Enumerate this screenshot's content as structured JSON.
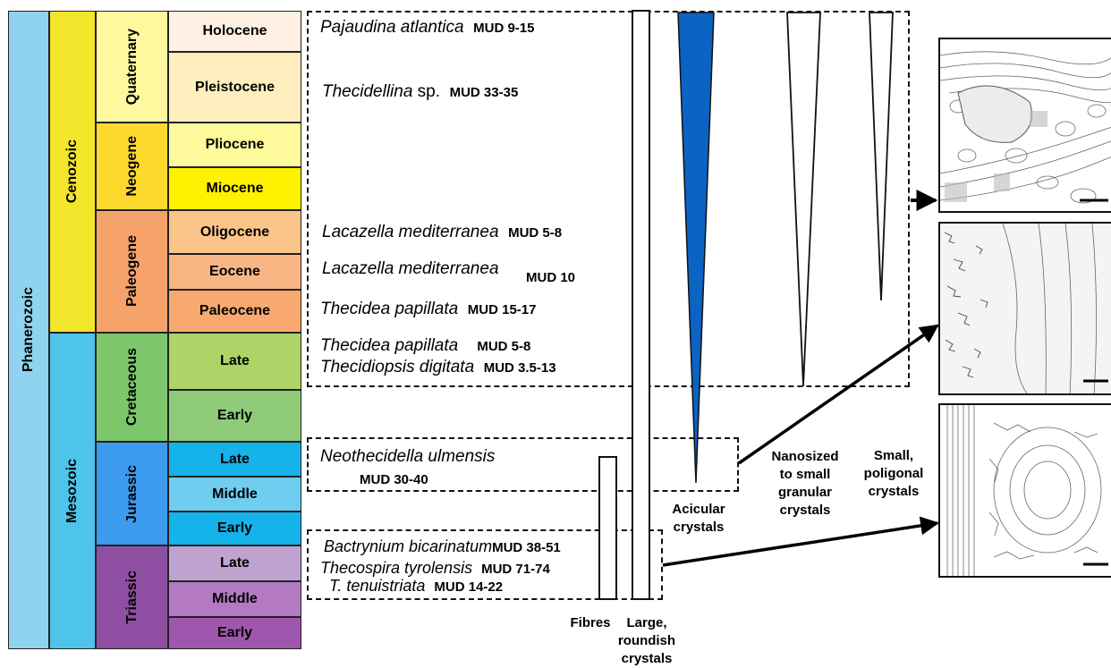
{
  "timescale": {
    "eon": "Phanerozoic",
    "eras": [
      "Cenozoic",
      "Mesozoic"
    ],
    "periods": [
      "Quaternary",
      "Neogene",
      "Paleogene",
      "Cretaceous",
      "Jurassic",
      "Triassic"
    ],
    "epochs": [
      "Holocene",
      "Pleistocene",
      "Pliocene",
      "Miocene",
      "Oligocene",
      "Eocene",
      "Paleocene",
      "Late",
      "Early",
      "Late",
      "Middle",
      "Early",
      "Late",
      "Middle",
      "Early"
    ]
  },
  "taxa": [
    {
      "name": "Pajaudina atlantica",
      "mud": "MUD 9-15"
    },
    {
      "name": "Thecidellina",
      "suffix": " sp.",
      "mud": "MUD 33-35"
    },
    {
      "name": "Lacazella mediterranea",
      "mud": "MUD 5-8"
    },
    {
      "name": "Lacazella mediterranea",
      "mud": "MUD 10"
    },
    {
      "name": "Thecidea papillata",
      "mud": "MUD 15-17"
    },
    {
      "name": "Thecidea papillata",
      "mud": "MUD 5-8"
    },
    {
      "name": "Thecidiopsis digitata",
      "mud": "MUD 3.5-13"
    },
    {
      "name": "Neothecidella ulmensis",
      "mud": "MUD 30-40"
    },
    {
      "name": "Bactrynium bicarinatum",
      "mud": "MUD 38-51"
    },
    {
      "name": "Thecospira tyrolensis",
      "mud": "MUD 71-74"
    },
    {
      "name": "T. tenuistriata",
      "mud": "MUD 14-22"
    }
  ],
  "crystal_types": {
    "fibres": "Fibres",
    "large": [
      "Large,",
      "roundish",
      "crystals"
    ],
    "acicular": [
      "Acicular",
      "crystals"
    ],
    "nanosized": [
      "Nanosized",
      "to small",
      "granular",
      "crystals"
    ],
    "small": [
      "Small,",
      "poligonal",
      "crystals"
    ]
  },
  "colors": {
    "phanerozoic": "#8fd3ee",
    "cenozoic": "#f2e52b",
    "mesozoic": "#4ec4ea",
    "acicular_fill": "#0b63c4"
  }
}
